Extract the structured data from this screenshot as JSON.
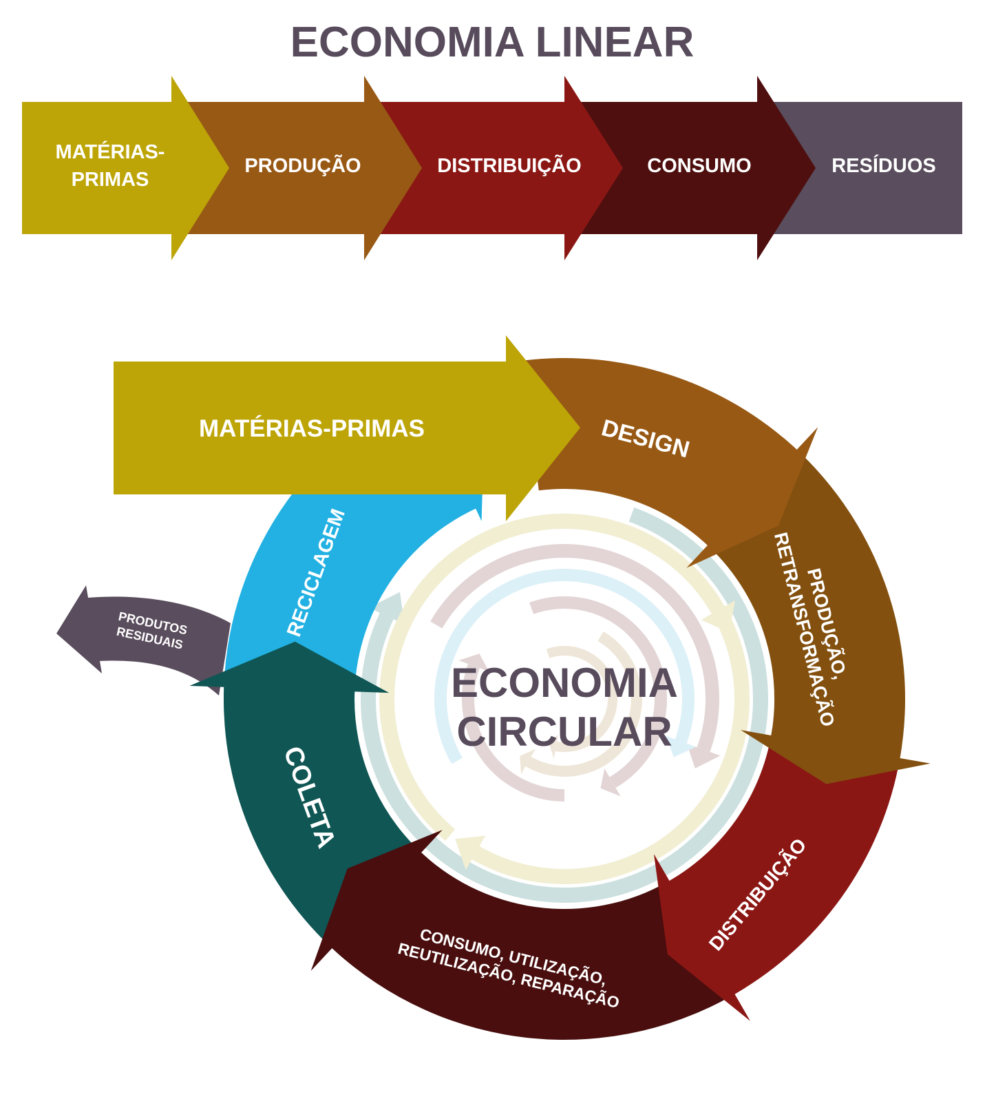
{
  "linear": {
    "title": "ECONOMIA LINEAR",
    "steps": [
      {
        "line1": "MATÉRIAS-",
        "line2": "PRIMAS",
        "color": "#bda507"
      },
      {
        "line1": "PRODUÇÃO",
        "color": "#985915"
      },
      {
        "line1": "DISTRIBUIÇÃO",
        "color": "#8b1714"
      },
      {
        "line1": "CONSUMO",
        "color": "#4f0f0f"
      },
      {
        "line1": "RESÍDUOS",
        "color": "#5a4d5d"
      }
    ]
  },
  "circular": {
    "title_line1": "ECONOMIA",
    "title_line2": "CIRCULAR",
    "raw_materials": {
      "label": "MATÉRIAS-PRIMAS",
      "color": "#bda507"
    },
    "design": {
      "label": "DESIGN",
      "color": "#985915"
    },
    "production": {
      "line1": "PRODUÇÃO,",
      "line2": "RETRANSFORMAÇÃO",
      "color": "#83500f"
    },
    "distribution": {
      "label": "DISTRIBUIÇÃO",
      "color": "#8b1714"
    },
    "consumption": {
      "line1": "CONSUMO, UTILIZAÇÃO,",
      "line2": "REUTILIZAÇÃO, REPARAÇÃO",
      "color": "#4a0e0e"
    },
    "collection": {
      "label": "COLETA",
      "color": "#0f5654"
    },
    "recycling": {
      "label": "RECICLAGEM",
      "color": "#22b1e2"
    },
    "residual": {
      "line1": "PRODUTOS",
      "line2": "RESIDUAIS",
      "color": "#5a4d5d"
    }
  },
  "colors": {
    "title": "#574b5c"
  }
}
